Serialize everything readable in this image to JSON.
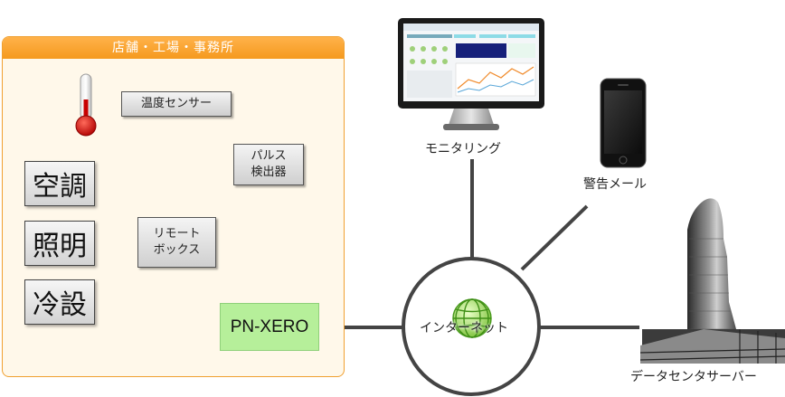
{
  "facility": {
    "title": "店舗・工場・事務所"
  },
  "devices": {
    "temp_sensor": "温度センサー",
    "pulse_detector_line1": "パルス",
    "pulse_detector_line2": "検出器",
    "remote_box_line1": "リモート",
    "remote_box_line2": "ボックス",
    "aircon": "空調",
    "lighting": "照明",
    "refrigeration": "冷設",
    "gateway": "PN-XERO"
  },
  "network": {
    "internet": "インターネット",
    "monitoring": "モニタリング",
    "alert_mail": "警告メール",
    "datacenter": "データセンタサーバー"
  },
  "colors": {
    "facility_border": "#f0a030",
    "facility_header": "#f59a1e",
    "gateway_fill": "#b6ef9a",
    "connector": "#444444",
    "thermometer": "#d01010"
  }
}
